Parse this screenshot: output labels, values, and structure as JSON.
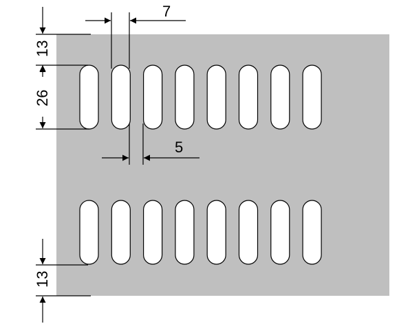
{
  "colors": {
    "plate": "#bfbfbf",
    "slot": "#ffffff",
    "line": "#000000"
  },
  "diagram": {
    "rows": 2,
    "slots_per_row": 8,
    "dimensions": {
      "slot_pitch": "7",
      "slot_width": "5",
      "slot_height": "26",
      "top_margin": "13",
      "bottom_margin": "13"
    }
  }
}
